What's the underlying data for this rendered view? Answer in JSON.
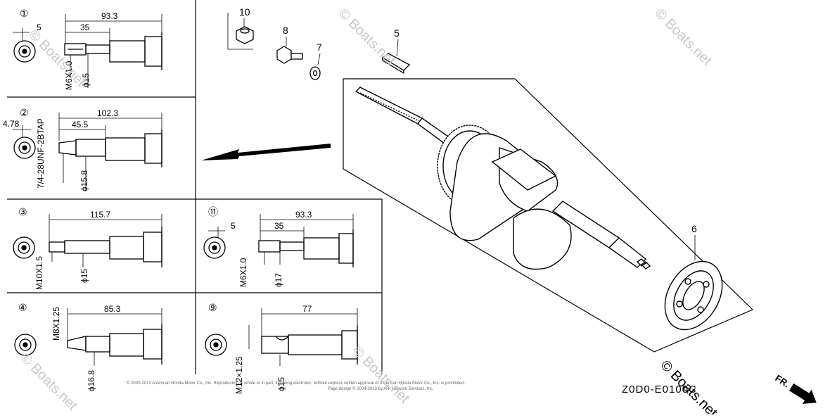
{
  "variants": [
    {
      "id": "1",
      "circle_label": "①",
      "length": "93.3",
      "d1": "5",
      "d2": "35",
      "thread": "M6X1.0",
      "diameter": "ϕ15"
    },
    {
      "id": "2",
      "circle_label": "②",
      "length": "102.3",
      "d1": "4.78",
      "d2": "45.5",
      "thread": "7/4-28UNF-2BTAP",
      "diameter": "ϕ15.8"
    },
    {
      "id": "3",
      "circle_label": "③",
      "length": "115.7",
      "thread": "M10X1.5",
      "diameter": "ϕ15"
    },
    {
      "id": "11",
      "circle_label": "⑪",
      "length": "93.3",
      "d1": "5",
      "d2": "35",
      "thread": "M6X1.0",
      "diameter": "ϕ17"
    },
    {
      "id": "4",
      "circle_label": "④",
      "length": "85.3",
      "thread": "M8X1.25",
      "diameter": "ϕ16.8"
    },
    {
      "id": "9",
      "circle_label": "⑨",
      "length": "77",
      "thread": "M12×1.25",
      "diameter": "ϕ15"
    }
  ],
  "callouts": [
    "10",
    "8",
    "7",
    "5",
    "6"
  ],
  "diagram_code": "Z0D0-E0100C",
  "direction_label": "FR.",
  "watermark": "© Boats.net",
  "copyright_lines": [
    "© 2000-2013 American Honda Motor Co., Inc. Reproduction in whole or in part, including electronic, without express written approval of American Honda Motor Co., Inc. is prohibited.",
    "Page design © 2004-2013 by ARI Network Services, Inc."
  ],
  "colors": {
    "ink": "#000000",
    "watermark": "#c8c8c8",
    "background": "#ffffff"
  }
}
